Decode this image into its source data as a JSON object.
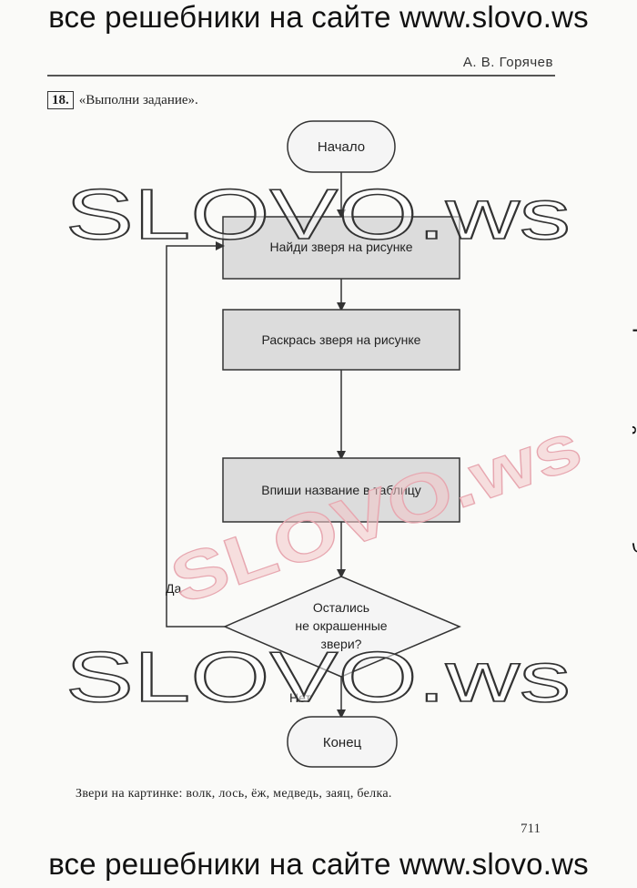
{
  "banner": {
    "top": "все решебники на сайте www.slovo.ws",
    "bottom": "все решебники на сайте www.slovo.ws",
    "side": "все решебники на сайте www.slovo.ws"
  },
  "header": {
    "author": "А. В. Горячев",
    "task_number": "18.",
    "task_title": "«Выполни задание»."
  },
  "flowchart": {
    "start": "Начало",
    "steps": [
      "Найди зверя на рисунке",
      "Раскрась зверя на рисунке",
      "Впиши название в таблицу"
    ],
    "decision_lines": [
      "Остались",
      "не окрашенные",
      "звери?"
    ],
    "yes_label": "Да",
    "no_label": "Нет",
    "end": "Конец"
  },
  "watermarks": {
    "upper": "SLOVO.ws",
    "middle": "SLOVO.ws",
    "lower": "SLOVO.ws"
  },
  "footer": {
    "animals_text": "Звери на картинке: волк, лось, ёж, медведь, заяц, белка.",
    "page_number": "711"
  },
  "colors": {
    "box_fill": "#dcdcdc",
    "line": "#333333",
    "watermark_pink": "#f3c6c8"
  }
}
